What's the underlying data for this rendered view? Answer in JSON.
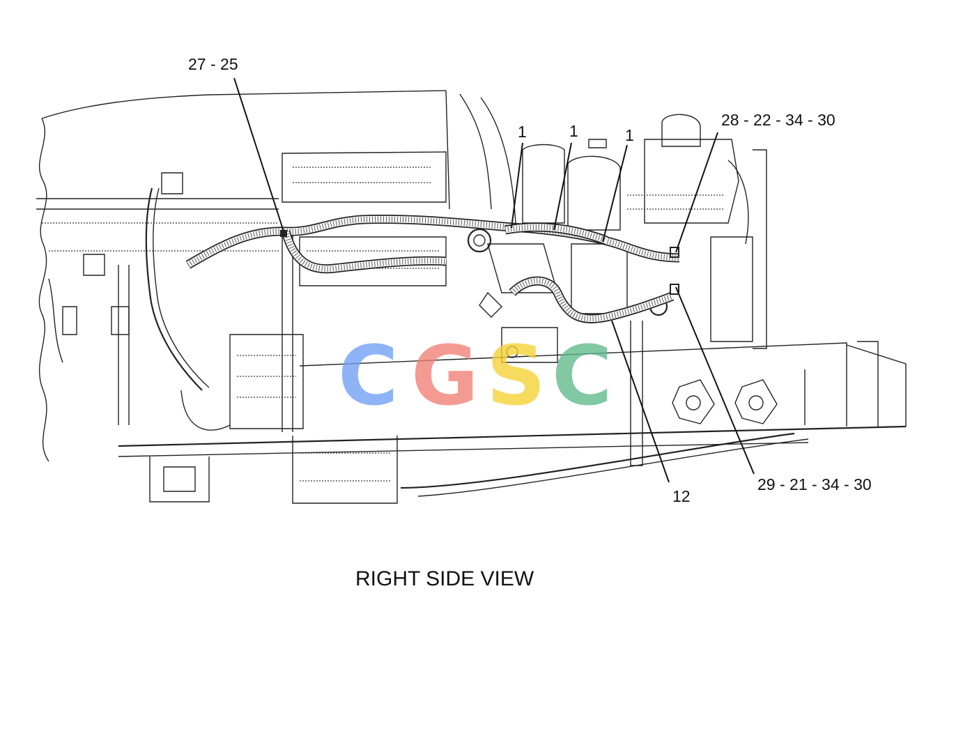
{
  "diagram": {
    "view_title": "RIGHT SIDE VIEW",
    "callouts": [
      {
        "id": "c1",
        "label": "27 - 25"
      },
      {
        "id": "c2",
        "label": "1"
      },
      {
        "id": "c3",
        "label": "1"
      },
      {
        "id": "c4",
        "label": "1"
      },
      {
        "id": "c5",
        "label": "28 - 22 - 34 - 30"
      },
      {
        "id": "c6",
        "label": "12"
      },
      {
        "id": "c7",
        "label": "29 - 21 - 34 - 30"
      }
    ],
    "watermark": {
      "letters": [
        "C",
        "G",
        "S",
        "C"
      ],
      "colors": [
        "#6fa0f5",
        "#f07f74",
        "#f5d233",
        "#5eb98a"
      ]
    }
  }
}
